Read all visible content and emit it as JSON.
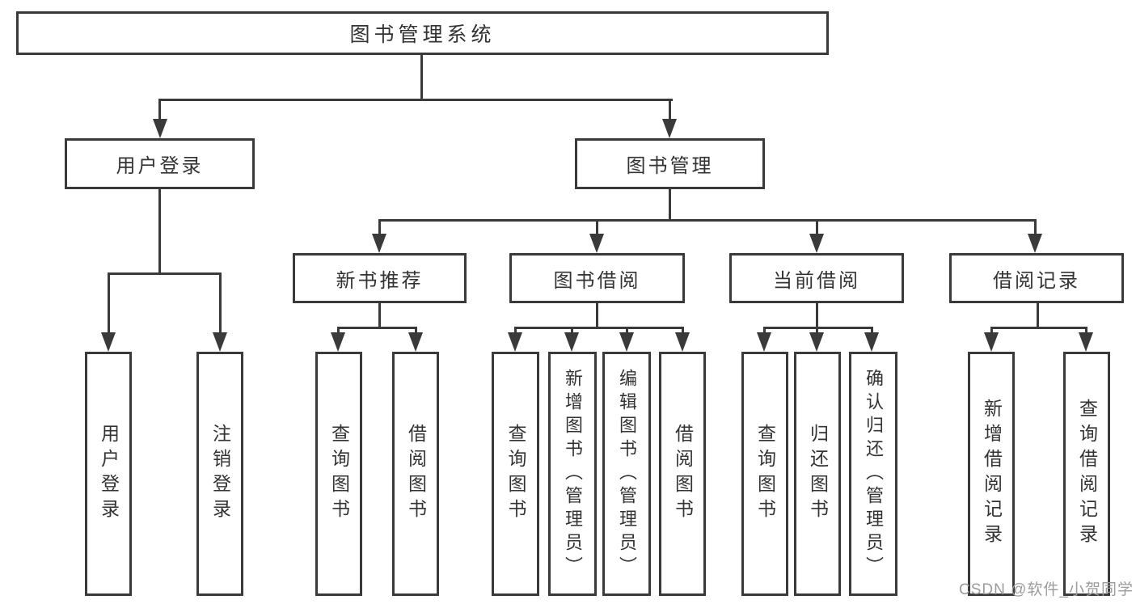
{
  "diagram": {
    "root": {
      "label": "图书管理系统"
    },
    "level2": [
      {
        "label": "用户登录"
      },
      {
        "label": "图书管理"
      }
    ],
    "level3": [
      {
        "label": "新书推荐"
      },
      {
        "label": "图书借阅"
      },
      {
        "label": "当前借阅"
      },
      {
        "label": "借阅记录"
      }
    ],
    "leaves": {
      "userLogin": [
        {
          "label": "用户登录"
        },
        {
          "label": "注销登录"
        }
      ],
      "newBookRec": [
        {
          "label": "查询图书"
        },
        {
          "label": "借阅图书"
        }
      ],
      "bookBorrow": [
        {
          "label": "查询图书"
        },
        {
          "label": "新增图书（管理员）"
        },
        {
          "label": "编辑图书（管理员）"
        },
        {
          "label": "借阅图书"
        }
      ],
      "currentBorrow": [
        {
          "label": "查询图书"
        },
        {
          "label": "归还图书"
        },
        {
          "label": "确认归还（管理员）"
        }
      ],
      "borrowRecords": [
        {
          "label": "新增借阅记录"
        },
        {
          "label": "查询借阅记录"
        }
      ]
    }
  },
  "watermark": {
    "text": "CSDN @软件_小贺同学"
  },
  "colors": {
    "line": "#3a3a3a",
    "text": "#333333",
    "background": "#ffffff",
    "watermark": "#9c9c9c"
  }
}
